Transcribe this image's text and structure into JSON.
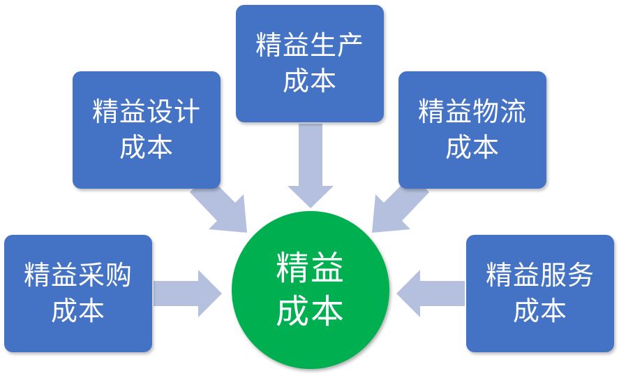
{
  "center": {
    "line1": "精益",
    "line2": "成本"
  },
  "boxes": {
    "design": {
      "line1": "精益设计",
      "line2": "成本"
    },
    "produce": {
      "line1": "精益生产",
      "line2": "成本"
    },
    "logistics": {
      "line1": "精益物流",
      "line2": "成本"
    },
    "purchase": {
      "line1": "精益采购",
      "line2": "成本"
    },
    "service": {
      "line1": "精益服务",
      "line2": "成本"
    }
  },
  "colors": {
    "box": "#4472c4",
    "center": "#00b050",
    "arrow": "#b4c0dd",
    "text": "#ffffff"
  }
}
